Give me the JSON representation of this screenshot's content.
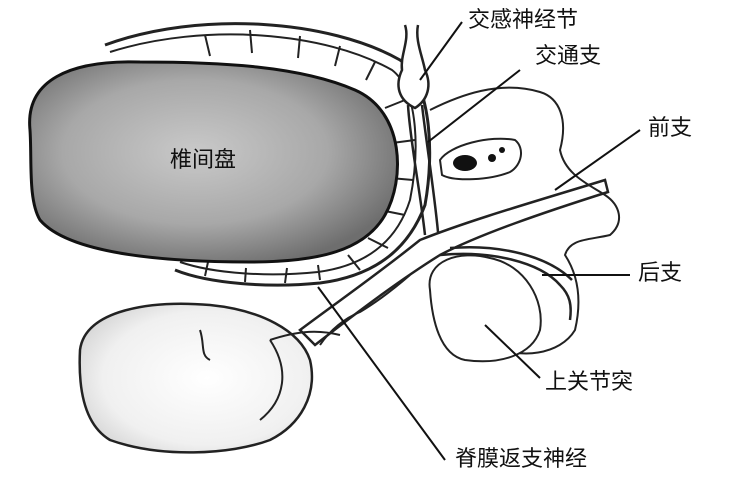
{
  "labels": {
    "disc": "椎间盘",
    "sympathetic_ganglion": "交感神经节",
    "communicating_branch": "交通支",
    "anterior_ramus": "前支",
    "posterior_ramus": "后支",
    "superior_articular_process": "上关节突",
    "sinuvertebral_nerve": "脊膜返支神经"
  }
}
